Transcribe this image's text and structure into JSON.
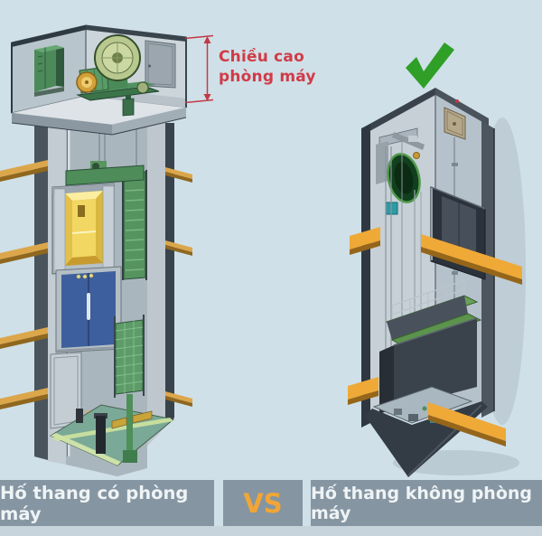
{
  "annotation": {
    "machine_room_height": {
      "line1": "Chiều cao",
      "line2": "phòng máy"
    }
  },
  "footer": {
    "left_label": "Hố thang có phòng máy",
    "vs_label": "VS",
    "right_label": "Hố thang không phòng máy"
  },
  "icons": {
    "approved_check": "check-icon",
    "height_dimension": "dimension-bracket"
  },
  "colors": {
    "background": "#cfe0e8",
    "footer_bar": "#8695a2",
    "footer_text": "#eef3f5",
    "vs_text": "#f0a636",
    "annotation_red": "#d13b47",
    "check_green": "#2f9f28",
    "floor_slab_orange": "#efa937",
    "machine_green": "#4f9159",
    "car_interior_yellow": "#eecd5e",
    "landing_door_blue": "#3d5f9e",
    "pit_floor_green": "#7aa997"
  }
}
